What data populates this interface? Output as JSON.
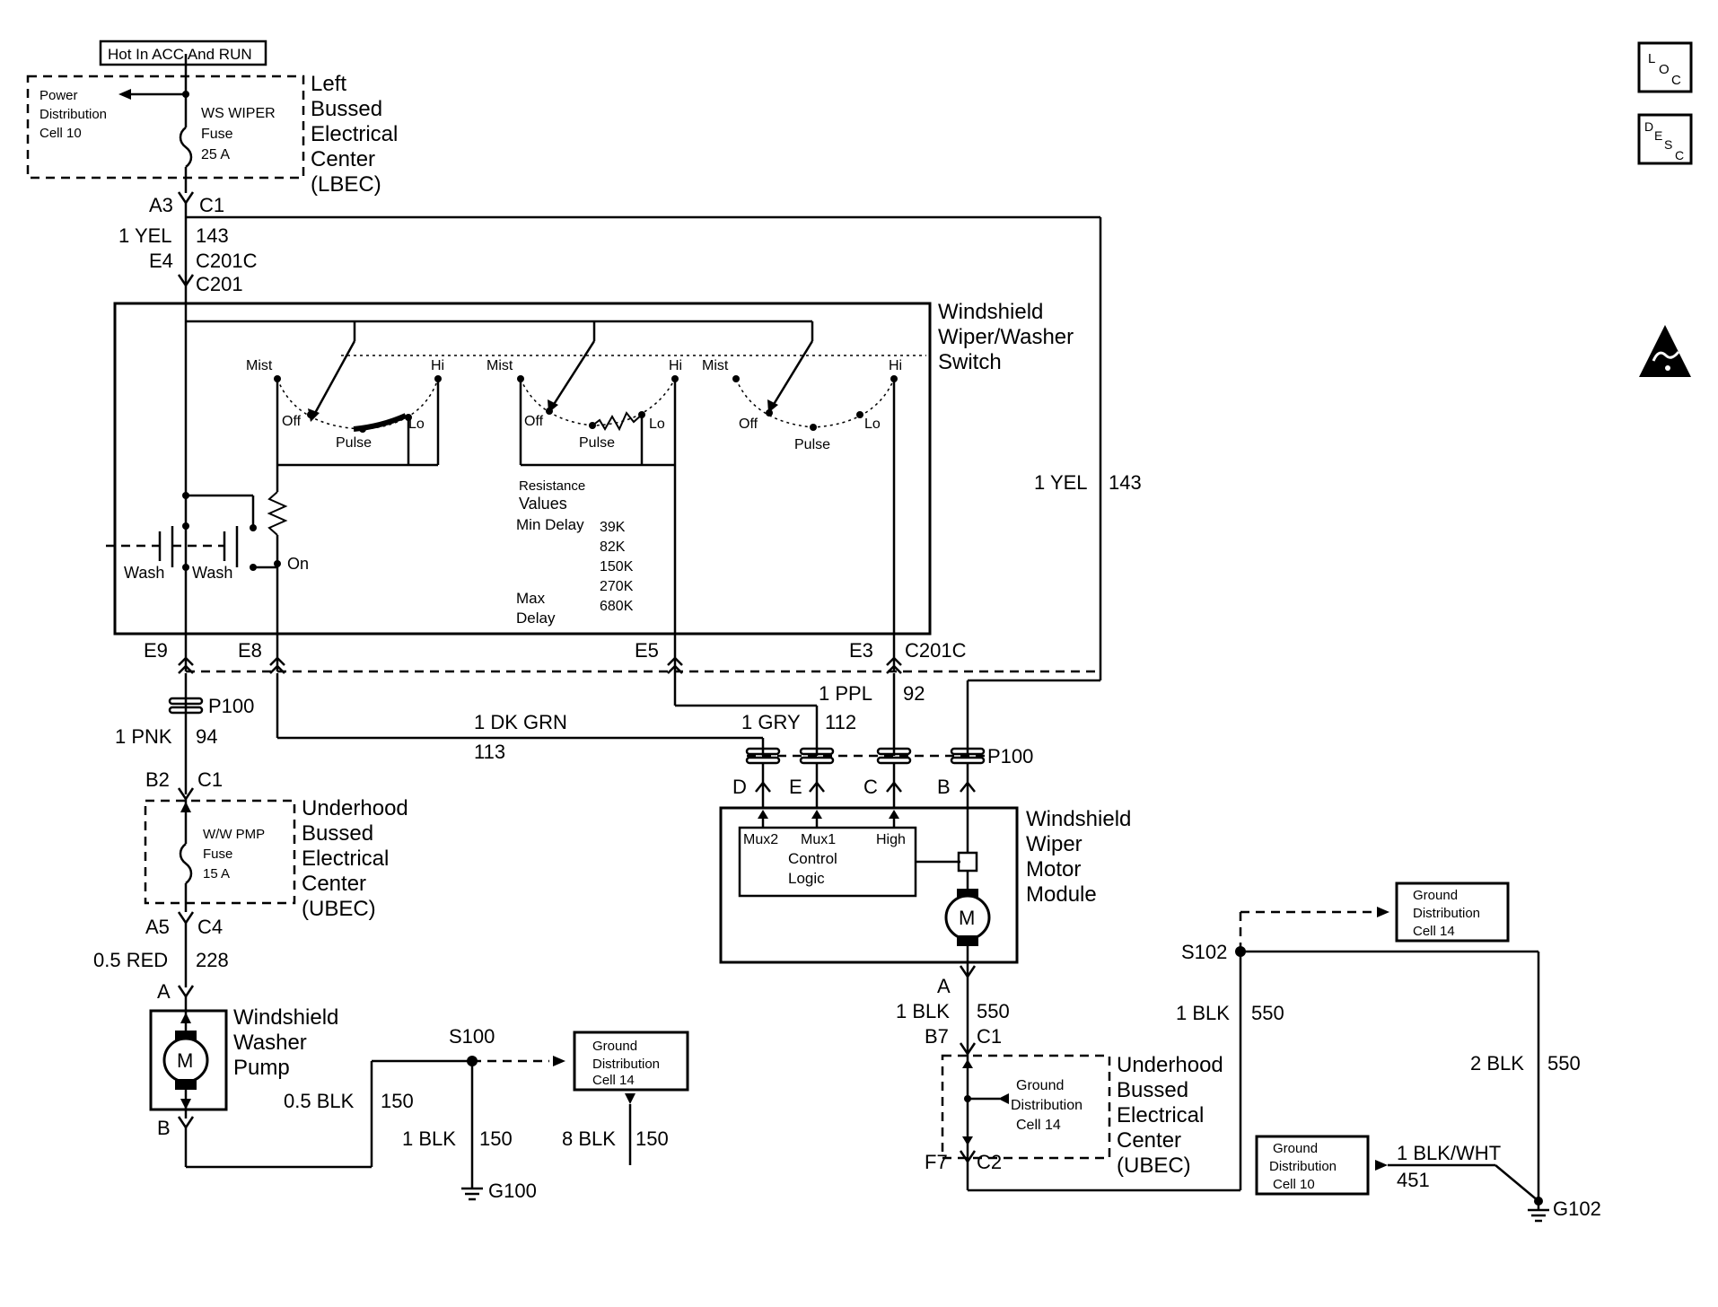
{
  "hot_label": "Hot In ACC And RUN",
  "lbec": {
    "side_ref": [
      "Power",
      "Distribution",
      "Cell 10"
    ],
    "fuse": [
      "WS WIPER",
      "Fuse",
      "25 A"
    ],
    "name": [
      "Left",
      "Bussed",
      "Electrical",
      "Center",
      "(LBEC)"
    ]
  },
  "wire_top": {
    "pin_a": "A3",
    "pin_c": "C1",
    "color": "1 YEL",
    "num": "143",
    "pin_e4": "E4",
    "conn1": "C201C",
    "conn2": "C201"
  },
  "switch": {
    "title": [
      "Windshield",
      "Wiper/Washer",
      "Switch"
    ],
    "positions": {
      "mist": "Mist",
      "hi": "Hi",
      "off": "Off",
      "pulse": "Pulse",
      "lo": "Lo"
    },
    "wash": "Wash",
    "on": "On",
    "resistance": [
      "Resistance",
      "Values"
    ],
    "min_delay": "Min Delay",
    "max_delay": [
      "Max",
      "Delay"
    ],
    "values": [
      "39K",
      "82K",
      "150K",
      "270K",
      "680K"
    ],
    "pins": [
      "E9",
      "E8",
      "E5",
      "E3",
      "C201C"
    ]
  },
  "right_wire": {
    "color": "1 YEL",
    "num": "143"
  },
  "p100": "P100",
  "wires_mid": [
    {
      "color": "1 PNK",
      "num": "94"
    },
    {
      "color": "1 DK GRN",
      "num": "113"
    },
    {
      "color": "1 GRY",
      "num": "112"
    },
    {
      "color": "1 PPL",
      "num": "92"
    }
  ],
  "module": {
    "pins": [
      "D",
      "E",
      "C",
      "B"
    ],
    "logic": [
      "Mux2",
      "Mux1",
      "High",
      "Control",
      "Logic"
    ],
    "motor": "M",
    "title": [
      "Windshield",
      "Wiper",
      "Motor",
      "Module"
    ]
  },
  "ubec1": {
    "pin_b2": "B2",
    "pin_c1": "C1",
    "fuse": [
      "W/W PMP",
      "Fuse",
      "15 A"
    ],
    "name": [
      "Underhood",
      "Bussed",
      "Electrical",
      "Center",
      "(UBEC)"
    ],
    "pin_a5": "A5",
    "pin_c4": "C4"
  },
  "pump": {
    "wire_color": "0.5 RED",
    "wire_num": "228",
    "pin_a": "A",
    "pin_b": "B",
    "motor": "M",
    "title": [
      "Windshield",
      "Washer",
      "Pump"
    ]
  },
  "ground_left": {
    "splice": "S100",
    "gd_box": [
      "Ground",
      "Distribution",
      "Cell 14"
    ],
    "w1": {
      "color": "0.5 BLK",
      "num": "150"
    },
    "w2": {
      "color": "1 BLK",
      "num": "150"
    },
    "w3": {
      "color": "8 BLK",
      "num": "150"
    },
    "ground": "G100"
  },
  "ground_right": {
    "mod_pin": "A",
    "w1": {
      "color": "1 BLK",
      "num": "550"
    },
    "pin_b7": "B7",
    "pin_c1": "C1",
    "ubec_gd": [
      "Ground",
      "Distribution",
      "Cell 14"
    ],
    "ubec_name": [
      "Underhood",
      "Bussed",
      "Electrical",
      "Center",
      "(UBEC)"
    ],
    "pin_f7": "F7",
    "pin_c2": "C2",
    "splice": "S102",
    "gd_top": [
      "Ground",
      "Distribution",
      "Cell 14"
    ],
    "w2": {
      "color": "1 BLK",
      "num": "550"
    },
    "w3": {
      "color": "2 BLK",
      "num": "550"
    },
    "gd10": [
      "Ground",
      "Distribution",
      "Cell 10"
    ],
    "w4": {
      "color": "1 BLK/WHT",
      "num": "451"
    },
    "ground": "G102"
  },
  "side_icons": {
    "loc": [
      "L",
      "O",
      "C"
    ],
    "desc": [
      "D",
      "E",
      "S",
      "C"
    ],
    "esd": "esd-warning-icon"
  }
}
